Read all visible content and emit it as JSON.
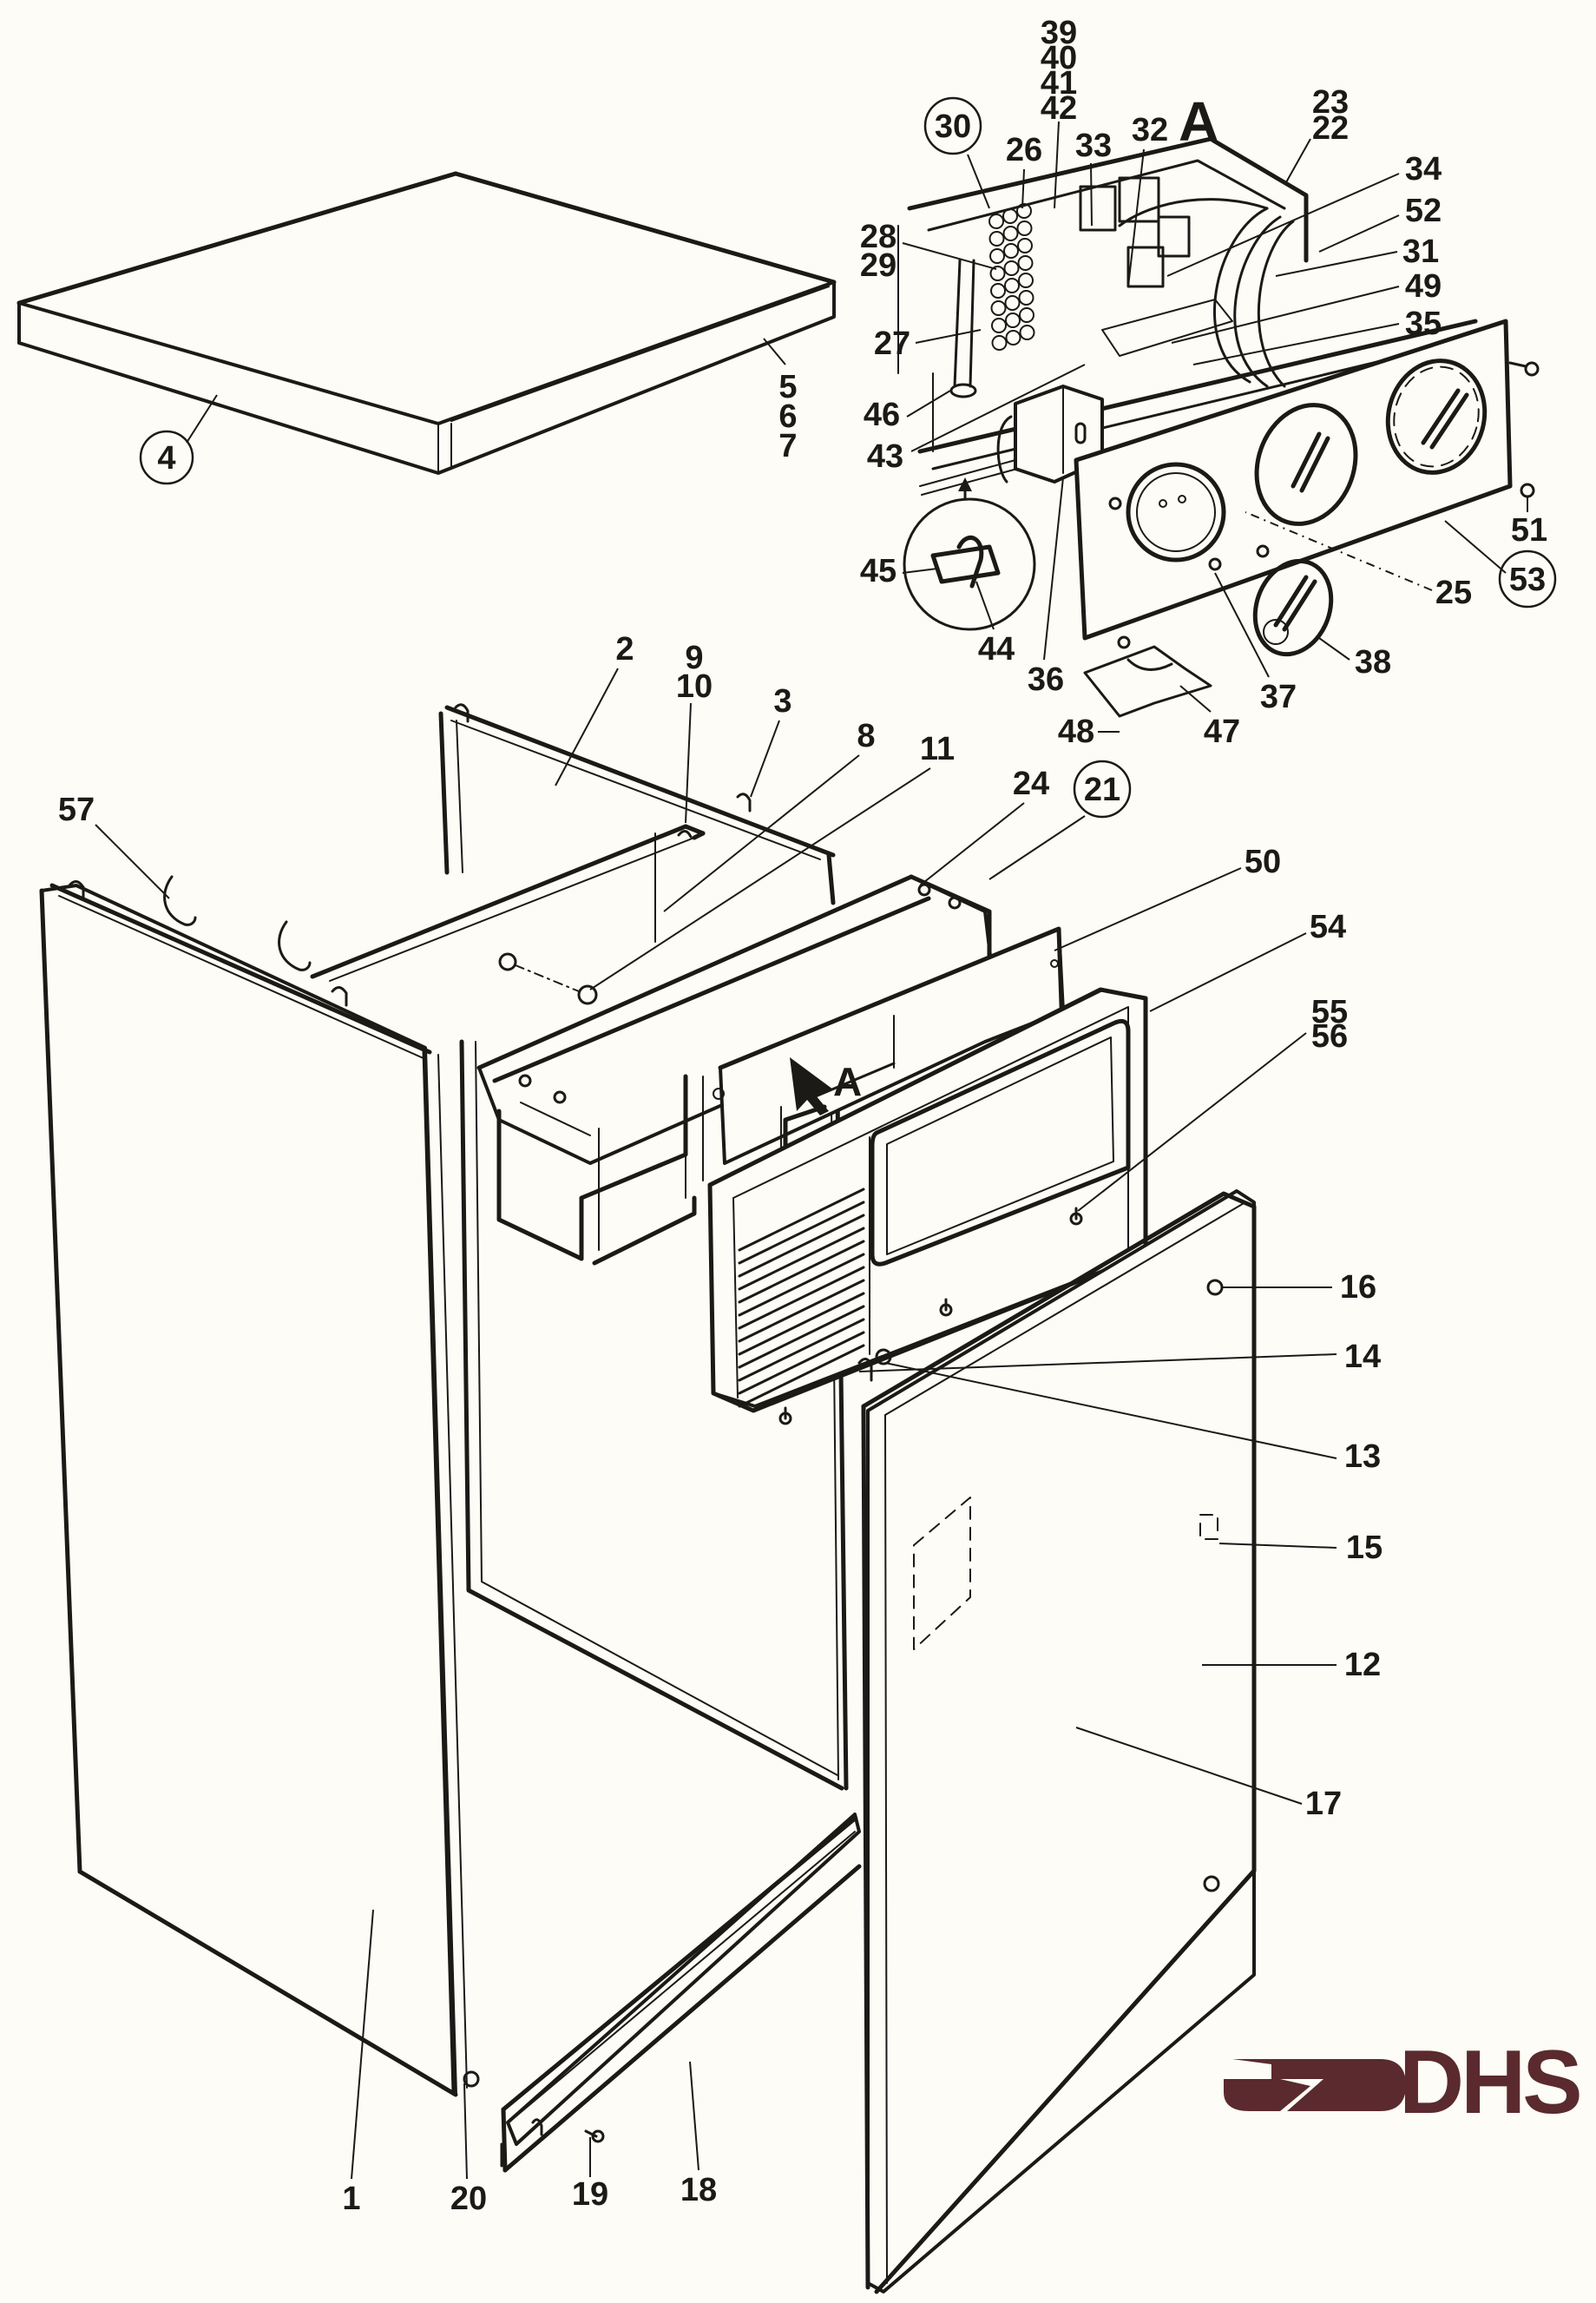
{
  "diagram": {
    "type": "exploded parts diagram",
    "callout_marker": "A",
    "circled_labels": [
      "4",
      "21",
      "30",
      "53"
    ],
    "labels": [
      {
        "id": "1",
        "text": "1"
      },
      {
        "id": "2",
        "text": "2"
      },
      {
        "id": "3",
        "text": "3"
      },
      {
        "id": "4",
        "text": "4"
      },
      {
        "id": "5-7",
        "text": [
          "5",
          "6",
          "7"
        ]
      },
      {
        "id": "8",
        "text": "8"
      },
      {
        "id": "9-10",
        "text": [
          "9",
          "10"
        ]
      },
      {
        "id": "11",
        "text": "11"
      },
      {
        "id": "12",
        "text": "12"
      },
      {
        "id": "13",
        "text": "13"
      },
      {
        "id": "14",
        "text": "14"
      },
      {
        "id": "15",
        "text": "15"
      },
      {
        "id": "16",
        "text": "16"
      },
      {
        "id": "17",
        "text": "17"
      },
      {
        "id": "18",
        "text": "18"
      },
      {
        "id": "19",
        "text": "19"
      },
      {
        "id": "20",
        "text": "20"
      },
      {
        "id": "21",
        "text": "21"
      },
      {
        "id": "22-23",
        "text": [
          "23",
          "22"
        ]
      },
      {
        "id": "24",
        "text": "24"
      },
      {
        "id": "25",
        "text": "25"
      },
      {
        "id": "26",
        "text": "26"
      },
      {
        "id": "27",
        "text": "27"
      },
      {
        "id": "28-29",
        "text": [
          "28",
          "29"
        ]
      },
      {
        "id": "30",
        "text": "30"
      },
      {
        "id": "31",
        "text": "31"
      },
      {
        "id": "32",
        "text": "32"
      },
      {
        "id": "33",
        "text": "33"
      },
      {
        "id": "34",
        "text": "34"
      },
      {
        "id": "35",
        "text": "35"
      },
      {
        "id": "36",
        "text": "36"
      },
      {
        "id": "37",
        "text": "37"
      },
      {
        "id": "38",
        "text": "38"
      },
      {
        "id": "39-42",
        "text": [
          "39",
          "40",
          "41",
          "42"
        ]
      },
      {
        "id": "43",
        "text": "43"
      },
      {
        "id": "44",
        "text": "44"
      },
      {
        "id": "45",
        "text": "45"
      },
      {
        "id": "46",
        "text": "46"
      },
      {
        "id": "47",
        "text": "47"
      },
      {
        "id": "48",
        "text": "48"
      },
      {
        "id": "49",
        "text": "49"
      },
      {
        "id": "50",
        "text": "50"
      },
      {
        "id": "51",
        "text": "51"
      },
      {
        "id": "52",
        "text": "52"
      },
      {
        "id": "53",
        "text": "53"
      },
      {
        "id": "54",
        "text": "54"
      },
      {
        "id": "55-56",
        "text": [
          "55",
          "56"
        ]
      },
      {
        "id": "57",
        "text": "57"
      }
    ]
  },
  "logo": {
    "text": "DHS",
    "color": "#5a2a2e"
  },
  "colors": {
    "paper": "#fdfcf6",
    "ink": "#1c1a17"
  }
}
